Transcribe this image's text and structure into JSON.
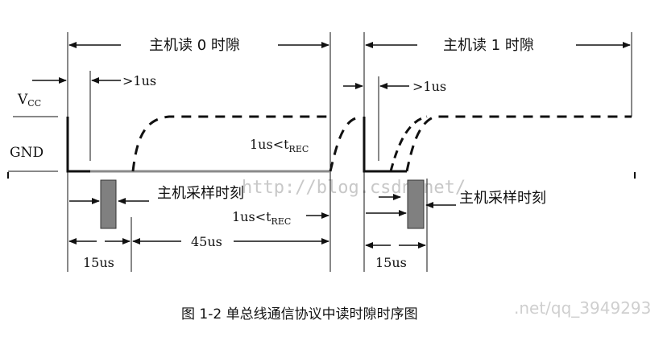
{
  "slot0": {
    "title": "主机读 0 时隙",
    "gt1us": ">1us",
    "trec_label": "1us<t",
    "trec_sub": "REC",
    "sample_label": "主机采样时刻",
    "trec2_label": "1us<t",
    "trec2_sub": "REC",
    "dur15": "15us",
    "dur45": "45us"
  },
  "slot1": {
    "title": "主机读 1 时隙",
    "gt1us": ">1us",
    "sample_label": "主机采样时刻",
    "dur15": "15us"
  },
  "levels": {
    "vcc": "V",
    "vcc_sub": "CC",
    "gnd": "GND"
  },
  "caption": "图 1-2  单总线通信协议中读时隙时序图",
  "watermark": {
    "blog": "http://blog.csdn.net/",
    "user": ".net/qq_3949293"
  },
  "colors": {
    "line": "#111111",
    "sample_box": "#808080",
    "gnd_line": "#8a8a8a"
  }
}
